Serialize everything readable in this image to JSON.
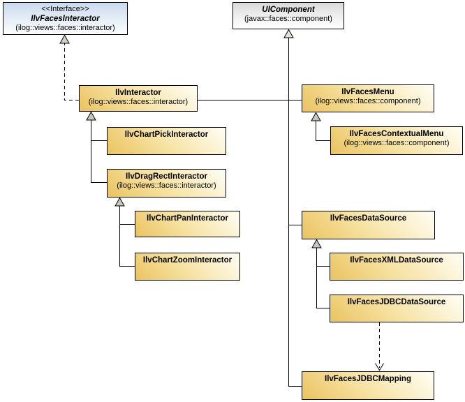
{
  "diagram_type": "uml-class-diagram",
  "colors": {
    "class_fill_dark": "#eac361",
    "class_fill_light": "#fffef6",
    "interface_fill": "#cbdbed",
    "abstract_fill": "#dadada",
    "border": "#000000",
    "line": "#000000",
    "triangle_fill": "#d6d2c8",
    "background": "#ffffff"
  },
  "classes": {
    "facesInteractor": {
      "stereotype": "<<Interface>>",
      "name": "IlvFacesInteractor",
      "package": "(ilog::views::faces::interactor)"
    },
    "uiComponent": {
      "name": "UIComponent",
      "package": "(javax::faces::component)"
    },
    "interactor": {
      "name": "IlvInteractor",
      "package": "(ilog::views::faces::interactor)"
    },
    "facesMenu": {
      "name": "IlvFacesMenu",
      "package": "(ilog::views::faces::component)"
    },
    "facesContextualMenu": {
      "name": "IlvFacesContextualMenu",
      "package": "(ilog::views::faces::component)"
    },
    "chartPickInteractor": {
      "name": "IlvChartPickInteractor"
    },
    "dragRectInteractor": {
      "name": "IlvDragRectInteractor",
      "package": "(ilog::views::faces::interactor)"
    },
    "chartPanInteractor": {
      "name": "IlvChartPanInteractor"
    },
    "chartZoomInteractor": {
      "name": "IlvChartZoomInteractor"
    },
    "facesDataSource": {
      "name": "IlvFacesDataSource"
    },
    "facesXMLDataSource": {
      "name": "IlvFacesXMLDataSource"
    },
    "facesJDBCDataSource": {
      "name": "IlvFacesJDBCDataSource"
    },
    "facesJDBCMapping": {
      "name": "IlvFacesJDBCMapping"
    }
  },
  "relationships": [
    {
      "from": "IlvInteractor",
      "to": "IlvFacesInteractor",
      "type": "realization"
    },
    {
      "from": "IlvInteractor",
      "to": "UIComponent",
      "type": "generalization"
    },
    {
      "from": "IlvFacesMenu",
      "to": "UIComponent",
      "type": "generalization"
    },
    {
      "from": "IlvFacesDataSource",
      "to": "UIComponent",
      "type": "generalization"
    },
    {
      "from": "IlvFacesJDBCMapping",
      "to": "UIComponent",
      "type": "generalization"
    },
    {
      "from": "IlvChartPickInteractor",
      "to": "IlvInteractor",
      "type": "generalization"
    },
    {
      "from": "IlvDragRectInteractor",
      "to": "IlvInteractor",
      "type": "generalization"
    },
    {
      "from": "IlvChartPanInteractor",
      "to": "IlvDragRectInteractor",
      "type": "generalization"
    },
    {
      "from": "IlvChartZoomInteractor",
      "to": "IlvDragRectInteractor",
      "type": "generalization"
    },
    {
      "from": "IlvFacesContextualMenu",
      "to": "IlvFacesMenu",
      "type": "generalization"
    },
    {
      "from": "IlvFacesXMLDataSource",
      "to": "IlvFacesDataSource",
      "type": "generalization"
    },
    {
      "from": "IlvFacesJDBCDataSource",
      "to": "IlvFacesDataSource",
      "type": "generalization"
    },
    {
      "from": "IlvFacesJDBCDataSource",
      "to": "IlvFacesJDBCMapping",
      "type": "dependency"
    }
  ]
}
